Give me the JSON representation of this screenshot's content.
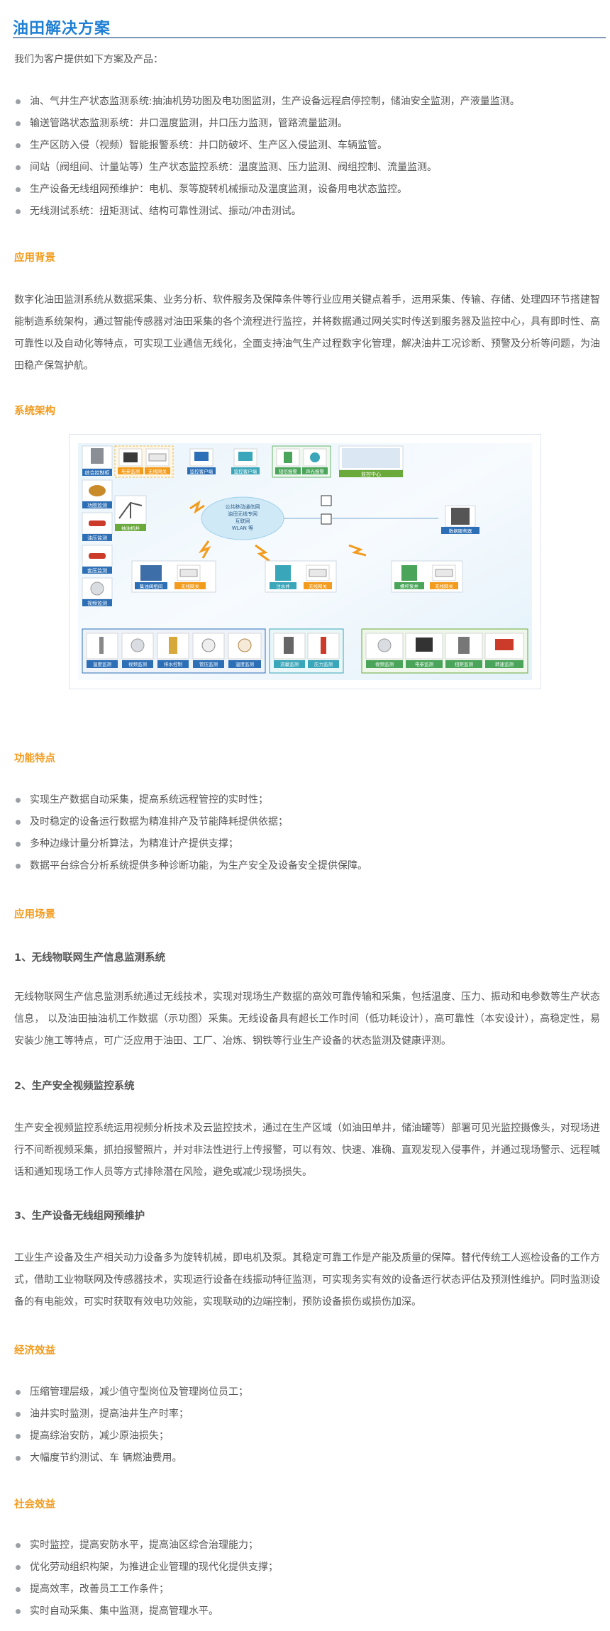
{
  "page": {
    "title": "油田解决方案",
    "intro": "我们为客户提供如下方案及产品："
  },
  "solutions": [
    "油、气井生产状态监测系统:抽油机势功图及电功图监测，生产设备远程启停控制，储油安全监测，产液量监测。",
    "输送管路状态监测系统：井口温度监测，井口压力监测，管路流量监测。",
    "生产区防入侵（视频）智能报警系统：井口防破坏、生产区入侵监测、车辆监管。",
    "间站（阀组间、计量站等）生产状态监控系统：温度监测、压力监测、阀组控制、流量监测。",
    "生产设备无线组网预维护：电机、泵等旋转机械振动及温度监测，设备用电状态监控。",
    "无线测试系统：扭矩测试、结构可靠性测试、振动/冲击测试。"
  ],
  "background": {
    "heading": "应用背景",
    "text": "数字化油田监测系统从数据采集、业务分析、软件服务及保障条件等行业应用关键点着手，运用采集、传输、存储、处理四环节搭建智能制造系统架构，通过智能传感器对油田采集的各个流程进行监控，并将数据通过网关实时传送到服务器及监控中心，具有即时性、高可靠性以及自动化等特点，可实现工业通信无线化，全面支持油气生产过程数字化管理，解决油井工况诊断、预警及分析等问题，为油田稳产保驾护航。"
  },
  "architecture": {
    "heading": "系统架构",
    "diagram": {
      "left_devices": [
        "综合控制柜",
        "功图监测",
        "油压监测",
        "套压监测",
        "视频监测"
      ],
      "top_group1": [
        "电参监测",
        "无线网关"
      ],
      "top_group2": [
        "监控客户端",
        "监控客户端"
      ],
      "top_group3": [
        "短信报警",
        "声光报警"
      ],
      "monitor_center": "监控中心",
      "pump": "抽油机井",
      "cloud": [
        "公共移动通信网",
        "油田无线专网",
        "互联网",
        "WLAN 等"
      ],
      "server": "数据服务器",
      "mid_group1": [
        "集油阀组间",
        "无线网关"
      ],
      "mid_group2": [
        "注水井",
        "无线网关"
      ],
      "mid_group3": [
        "螺杆泵井",
        "无线网关"
      ],
      "bottom_group1": [
        "温度监测",
        "视频监测",
        "排水控制",
        "管压监测",
        "温度监测"
      ],
      "bottom_group2": [
        "流量监测",
        "压力监测"
      ],
      "bottom_group3": [
        "视频监测",
        "电参监测",
        "扭矩监测",
        "转速监测"
      ]
    }
  },
  "features": {
    "heading": "功能特点",
    "items": [
      "实现生产数据自动采集，提高系统远程管控的实时性；",
      "及时稳定的设备运行数据为精准排产及节能降耗提供依据；",
      "多种边缘计量分析算法，为精准计产提供支撑；",
      "数据平台综合分析系统提供多种诊断功能，为生产安全及设备安全提供保障。"
    ]
  },
  "scenarios": {
    "heading": "应用场景",
    "items": [
      {
        "title": "1、无线物联网生产信息监测系统",
        "text": "无线物联网生产信息监测系统通过无线技术，实现对现场生产数据的高效可靠传输和采集，包括温度、压力、振动和电参数等生产状态信息， 以及油田抽油机工作数据（示功图）采集。无线设备具有超长工作时间（低功耗设计），高可靠性（本安设计），高稳定性，易安装少施工等特点，可广泛应用于油田、工厂、冶炼、钢铁等行业生产设备的状态监测及健康评测。"
      },
      {
        "title": "2、生产安全视频监控系统",
        "text": "生产安全视频监控系统运用视频分析技术及云监控技术，通过在生产区域（如油田单井，储油罐等）部署可见光监控摄像头，对现场进行不间断视频采集，抓拍报警照片，并对非法性进行上传报警，可以有效、快速、准确、直观发现入侵事件，并通过现场警示、远程喊话和通知现场工作人员等方式排除潜在风险，避免或减少现场损失。"
      },
      {
        "title": "3、生产设备无线组网预维护",
        "text": "工业生产设备及生产相关动力设备多为旋转机械，即电机及泵。其稳定可靠工作是产能及质量的保障。替代传统工人巡检设备的工作方式，借助工业物联网及传感器技术，实现运行设备在线振动特征监测，可实现务实有效的设备运行状态评估及预测性维护。同时监测设备的有电能效，可实时获取有效电功效能，实现联动的边端控制，预防设备损伤或损伤加深。"
      }
    ]
  },
  "economic": {
    "heading": "经济效益",
    "items": [
      "压缩管理层级，减少值守型岗位及管理岗位员工；",
      "油井实时监测，提高油井生产时率；",
      "提高综治安防，减少原油损失；",
      "大幅度节约测试、车 辆燃油费用。"
    ]
  },
  "social": {
    "heading": "社会效益",
    "items": [
      "实时监控，提高安防水平，提高油区综合治理能力；",
      "优化劳动组织构架，为推进企业管理的现代化提供支撑；",
      "提高效率，改善员工工作条件；",
      "实时自动采集、集中监测，提高管理水平。"
    ]
  }
}
